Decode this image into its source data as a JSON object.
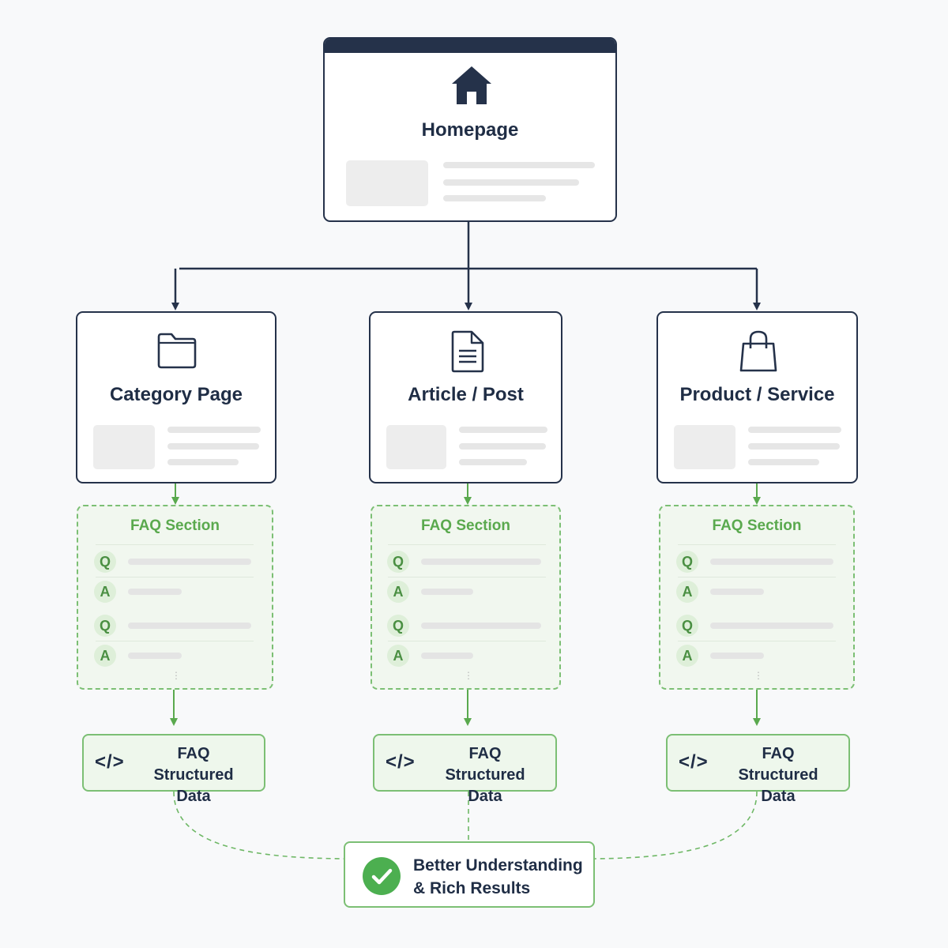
{
  "homepage": {
    "title": "Homepage",
    "icon": "home-icon"
  },
  "pages": [
    {
      "title": "Category Page",
      "icon": "folder-icon",
      "faq": {
        "heading": "FAQ Section",
        "items": [
          "Q",
          "A",
          "Q",
          "A"
        ]
      },
      "structured_data": {
        "code_icon": "</>",
        "line1": "FAQ",
        "line2": "Structured Data"
      }
    },
    {
      "title": "Article / Post",
      "icon": "document-icon",
      "faq": {
        "heading": "FAQ Section",
        "items": [
          "Q",
          "A",
          "Q",
          "A"
        ]
      },
      "structured_data": {
        "code_icon": "</>",
        "line1": "FAQ",
        "line2": "Structured Data"
      }
    },
    {
      "title": "Product / Service",
      "icon": "shopping-bag-icon",
      "faq": {
        "heading": "FAQ Section",
        "items": [
          "Q",
          "A",
          "Q",
          "A"
        ]
      },
      "structured_data": {
        "code_icon": "</>",
        "line1": "FAQ",
        "line2": "Structured Data"
      }
    }
  ],
  "result": {
    "line1": "Better Understanding",
    "line2": "& Rich Results",
    "icon": "check-circle-icon"
  },
  "colors": {
    "navy": "#25324a",
    "green": "#7cbf74",
    "green_text": "#5aa94e",
    "check_green": "#4caf50",
    "background": "#f8f9fa"
  }
}
